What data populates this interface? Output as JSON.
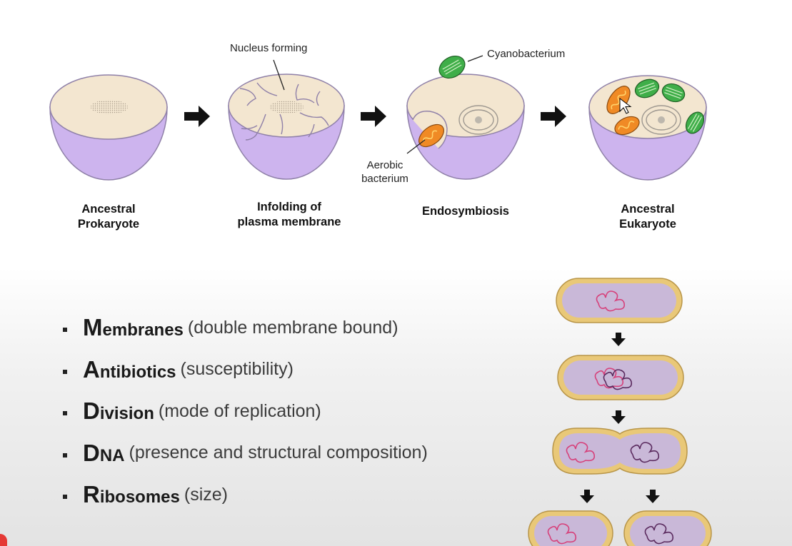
{
  "stages": [
    {
      "id": "prokaryote",
      "line1": "Ancestral",
      "line2": "Prokaryote"
    },
    {
      "id": "infolding",
      "line1": "Infolding of",
      "line2": "plasma membrane"
    },
    {
      "id": "endosymbiosis",
      "line1": "Endosymbiosis",
      "line2": ""
    },
    {
      "id": "eukaryote",
      "line1": "Ancestral",
      "line2": "Eukaryote"
    }
  ],
  "annotations": {
    "nucleus_forming": "Nucleus forming",
    "cyanobacterium": "Cyanobacterium",
    "aerobic_line1": "Aerobic",
    "aerobic_line2": "bacterium"
  },
  "criteria": [
    {
      "initial": "M",
      "rest": "embranes",
      "desc": "(double membrane bound)"
    },
    {
      "initial": "A",
      "rest": "ntibiotics",
      "desc": "(susceptibility)"
    },
    {
      "initial": "D",
      "rest": "ivision",
      "desc": "(mode of replication)"
    },
    {
      "initial": "D",
      "rest": "NA",
      "desc": "(presence and structural composition)"
    },
    {
      "initial": "R",
      "rest": "ibosomes",
      "desc": "(size)"
    }
  ],
  "colors": {
    "cytoplasm": "#f3e6d0",
    "membrane_purple": "#cdb4ee",
    "membrane_edge": "#8f80a8",
    "mito_orange": "#f08a25",
    "chloro_green": "#3fae49",
    "bacterium_wall": "#e9c878",
    "bacterium_body": "#c9b8d8",
    "dna_pink": "#d6407a",
    "dna_dark": "#5a2a5e"
  }
}
